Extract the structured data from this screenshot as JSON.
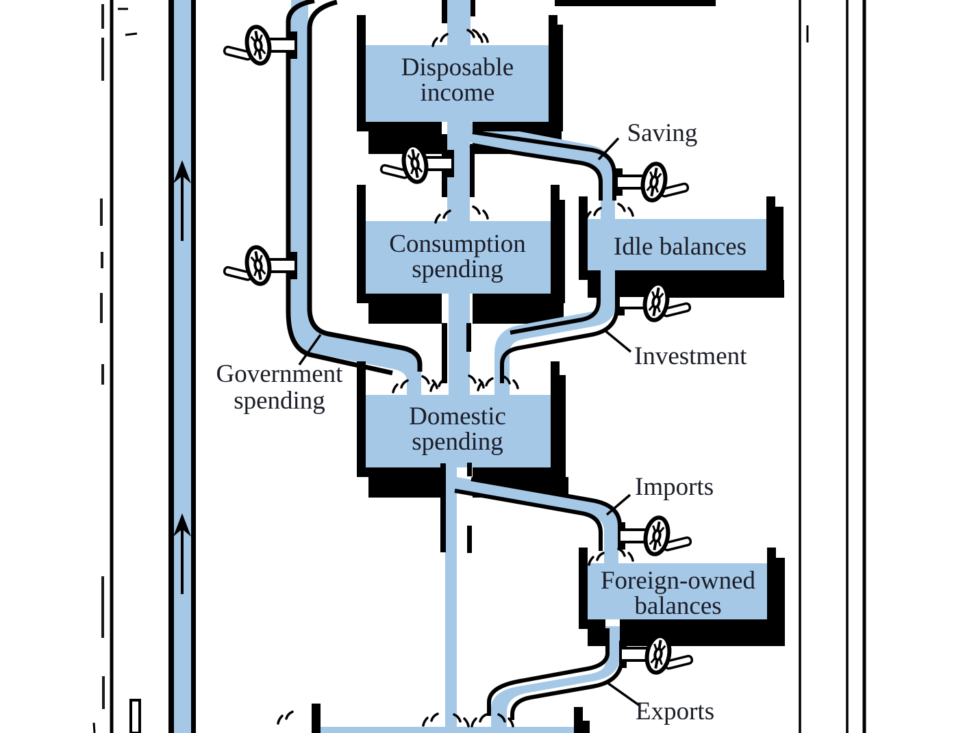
{
  "diagram_title": "circular-flow-plumbing-diagram",
  "colors": {
    "liquid": "#a5c8e7",
    "ink": "#000000",
    "label_text": "#1b1d27"
  },
  "tanks": {
    "disposable": {
      "line1": "Disposable",
      "line2": "income"
    },
    "consumption": {
      "line1": "Consumption",
      "line2": "spending"
    },
    "idle": {
      "line1": "Idle balances"
    },
    "domestic": {
      "line1": "Domestic",
      "line2": "spending"
    },
    "foreign": {
      "line1": "Foreign-owned",
      "line2": "balances"
    }
  },
  "flow_labels": {
    "saving": "Saving",
    "investment": "Investment",
    "government_line1": "Government",
    "government_line2": "spending",
    "imports": "Imports",
    "exports": "Exports"
  }
}
